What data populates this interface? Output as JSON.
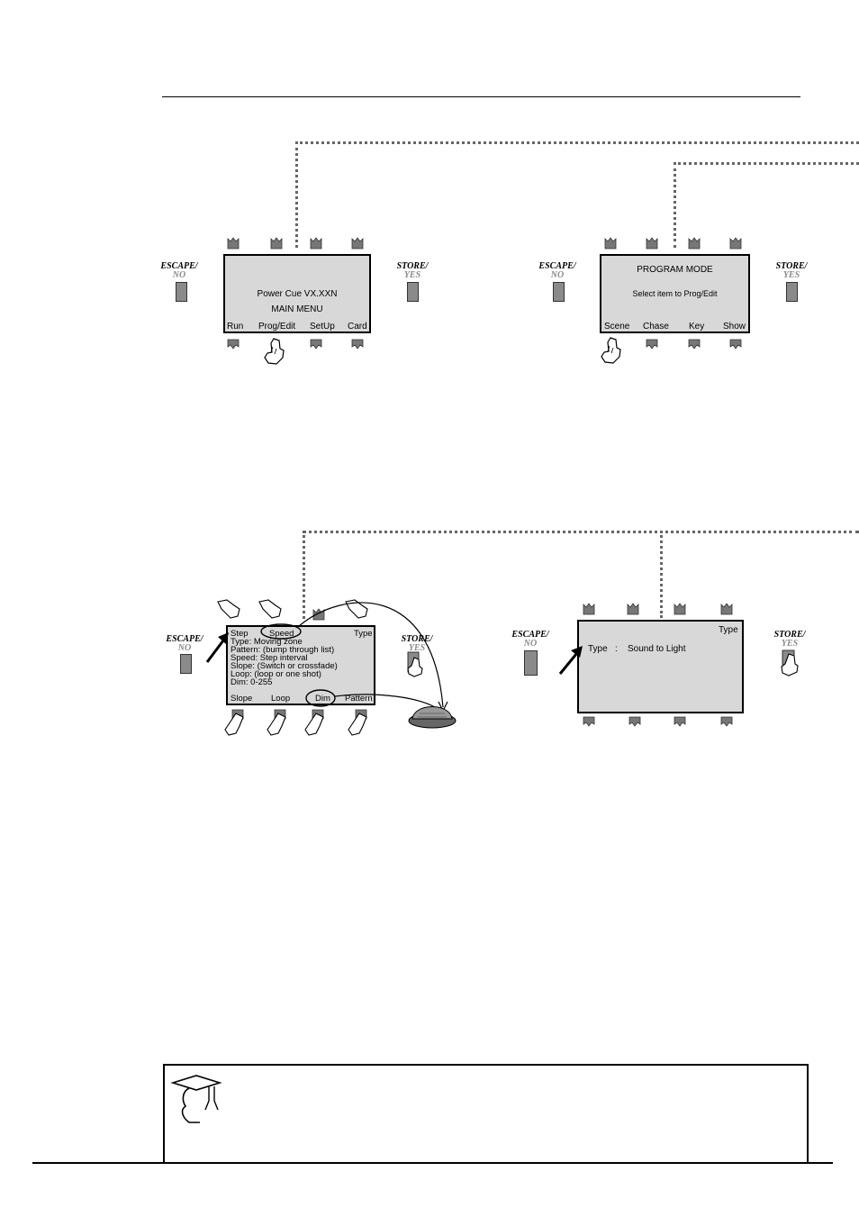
{
  "diagram1": {
    "escape_label": "ESCAPE/",
    "escape_sub": "NO",
    "store_label": "STORE/",
    "store_sub": "YES",
    "line1": "Power Cue VX.XXN",
    "line2": "MAIN MENU",
    "soft_keys": [
      "Run",
      "Prog/Edit",
      "SetUp",
      "Card"
    ]
  },
  "diagram2": {
    "escape_label": "ESCAPE/",
    "escape_sub": "NO",
    "store_label": "STORE/",
    "store_sub": "YES",
    "line1": "PROGRAM MODE",
    "line2": "Select item to Prog/Edit",
    "soft_keys": [
      "Scene",
      "Chase",
      "Key",
      "Show"
    ]
  },
  "diagram3": {
    "escape_label": "ESCAPE/",
    "escape_sub": "NO",
    "store_label": "STORE/",
    "store_sub": "YES",
    "top_keys": [
      "Step",
      "Speed",
      "Type"
    ],
    "lines": [
      "Type: Moving zone",
      "Pattern: (bump through list)",
      "Speed: Step interval",
      "Slope: (Switch or crossfade)",
      "Loop: (loop or one shot)",
      "Dim: 0-255"
    ],
    "soft_keys": [
      "Slope",
      "Loop",
      "Dim",
      "Pattern"
    ]
  },
  "diagram4": {
    "escape_label": "ESCAPE/",
    "escape_sub": "NO",
    "store_label": "STORE/",
    "store_sub": "YES",
    "title": "Type",
    "field_label": "Type",
    "separator": ":",
    "field_value": "Sound to Light"
  }
}
